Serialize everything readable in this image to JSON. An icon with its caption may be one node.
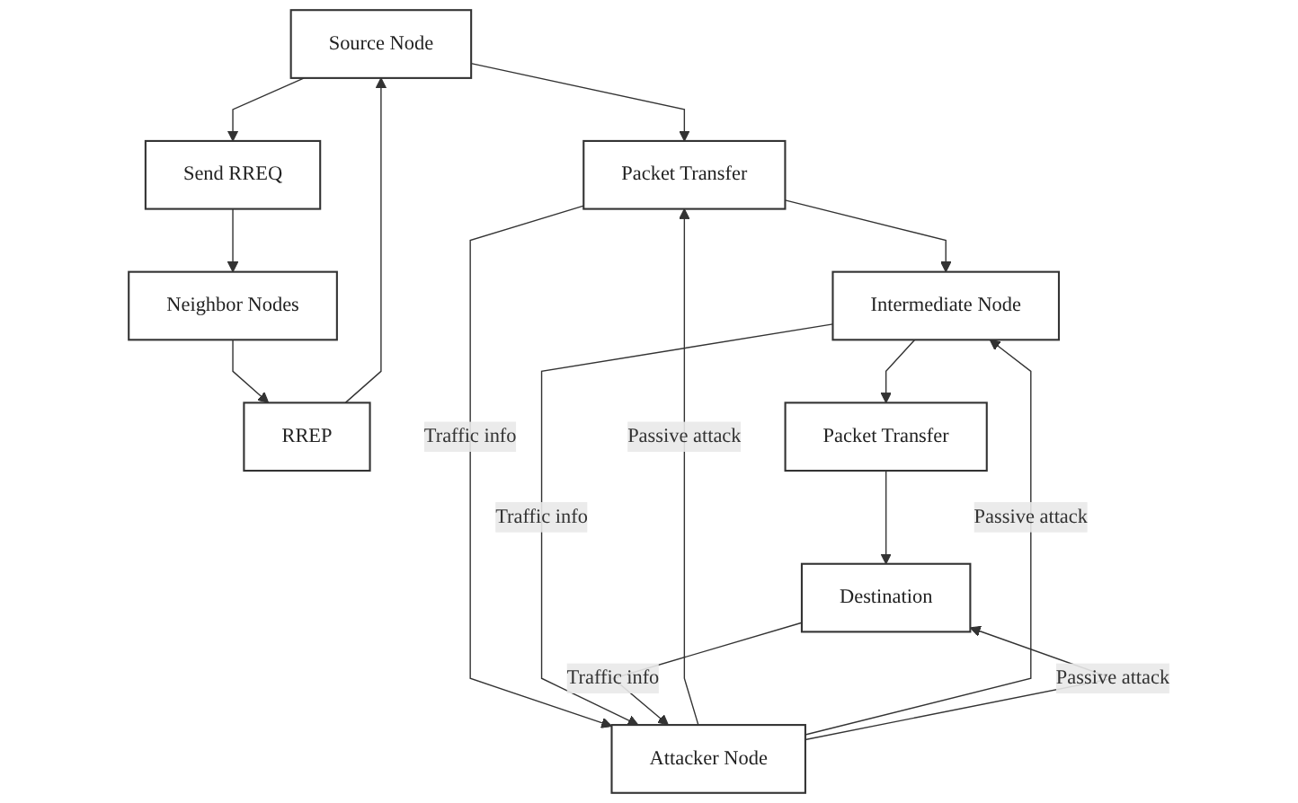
{
  "diagram": {
    "nodes": [
      {
        "text": [
          "Source Node"
        ]
      },
      {
        "text": [
          "Send RREQ"
        ]
      },
      {
        "text": [
          "Neighbor Nodes"
        ]
      },
      {
        "text": [
          "RREP"
        ]
      },
      {
        "text": [
          "Packet Transfer"
        ]
      },
      {
        "text": [
          "Intermediate Node"
        ]
      },
      {
        "text": [
          "Packet Transfer"
        ]
      },
      {
        "text": [
          "Destination"
        ]
      },
      {
        "text": [
          "Attacker Node"
        ]
      }
    ],
    "edges": [
      {
        "from": 0,
        "to": 1,
        "arrow": "to"
      },
      {
        "from": 1,
        "to": 2,
        "arrow": "to"
      },
      {
        "from": 2,
        "to": 3,
        "arrow": "to"
      },
      {
        "from": 3,
        "to": 0,
        "arrow": "to"
      },
      {
        "from": 0,
        "to": 4,
        "arrow": "to"
      },
      {
        "from": 4,
        "to": 5,
        "arrow": "to"
      },
      {
        "from": 5,
        "to": 6,
        "arrow": "to"
      },
      {
        "from": 6,
        "to": 7,
        "arrow": "to"
      },
      {
        "from": 8,
        "to": 4,
        "arrow": "to",
        "label": "Passive attack"
      },
      {
        "from": 4,
        "to": 8,
        "arrow": "to",
        "label": "Traffic info"
      },
      {
        "from": 8,
        "to": 5,
        "arrow": "to",
        "label": "Passive attack"
      },
      {
        "from": 5,
        "to": 8,
        "arrow": "to",
        "label": "Traffic info"
      },
      {
        "from": 8,
        "to": 7,
        "arrow": "to",
        "label": "Passive attack"
      },
      {
        "from": 7,
        "to": 8,
        "arrow": "to",
        "label": "Traffic info"
      }
    ]
  }
}
